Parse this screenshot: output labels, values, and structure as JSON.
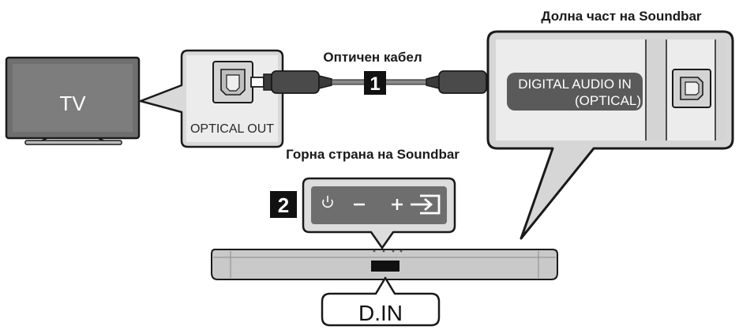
{
  "tv": {
    "label": "TV"
  },
  "tv_port": {
    "label": "OPTICAL OUT"
  },
  "cable": {
    "label": "Оптичен кабел"
  },
  "steps": {
    "step1": "1",
    "step2": "2"
  },
  "soundbar_bottom": {
    "title": "Долна част на Soundbar",
    "port_line1": "DIGITAL AUDIO IN",
    "port_line2": "(OPTICAL)"
  },
  "soundbar_top": {
    "title": "Горна страна на Soundbar",
    "buttons": [
      "power-icon",
      "volume-down-icon",
      "volume-up-icon",
      "source-icon"
    ]
  },
  "display": {
    "text": "D.IN"
  },
  "colors": {
    "callout_fill": "#e6e6e6",
    "callout_stroke": "#1a1a1a",
    "tv_screen": "#7a7a7a",
    "panel_bg": "#ededed",
    "port_label_bg": "#5a5a5a",
    "button_panel": "#6e6e6e",
    "soundbar_body": "#c8c8c8"
  }
}
